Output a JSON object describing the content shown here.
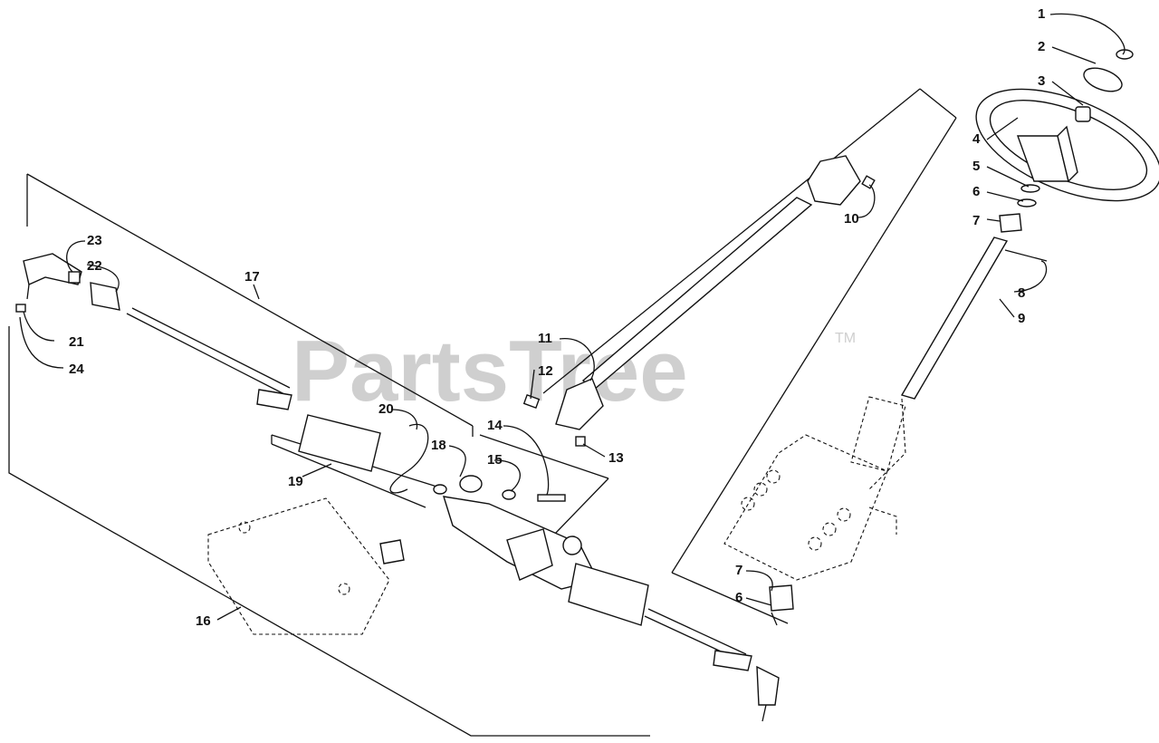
{
  "watermark": {
    "text": "PartsTree",
    "trademark": "TM"
  },
  "callouts": [
    {
      "id": "c1",
      "label": "1"
    },
    {
      "id": "c2",
      "label": "2"
    },
    {
      "id": "c3",
      "label": "3"
    },
    {
      "id": "c4",
      "label": "4"
    },
    {
      "id": "c5",
      "label": "5"
    },
    {
      "id": "c6",
      "label": "6"
    },
    {
      "id": "c7",
      "label": "7"
    },
    {
      "id": "c8",
      "label": "8"
    },
    {
      "id": "c9",
      "label": "9"
    },
    {
      "id": "c10",
      "label": "10"
    },
    {
      "id": "c11",
      "label": "11"
    },
    {
      "id": "c12",
      "label": "12"
    },
    {
      "id": "c13",
      "label": "13"
    },
    {
      "id": "c14",
      "label": "14"
    },
    {
      "id": "c15",
      "label": "15"
    },
    {
      "id": "c16",
      "label": "16"
    },
    {
      "id": "c17",
      "label": "17"
    },
    {
      "id": "c18",
      "label": "18"
    },
    {
      "id": "c19",
      "label": "19"
    },
    {
      "id": "c20",
      "label": "20"
    },
    {
      "id": "c21",
      "label": "21"
    },
    {
      "id": "c22",
      "label": "22"
    },
    {
      "id": "c23",
      "label": "23"
    },
    {
      "id": "c24",
      "label": "24"
    },
    {
      "id": "c7b",
      "label": "7"
    },
    {
      "id": "c6b",
      "label": "6"
    }
  ]
}
